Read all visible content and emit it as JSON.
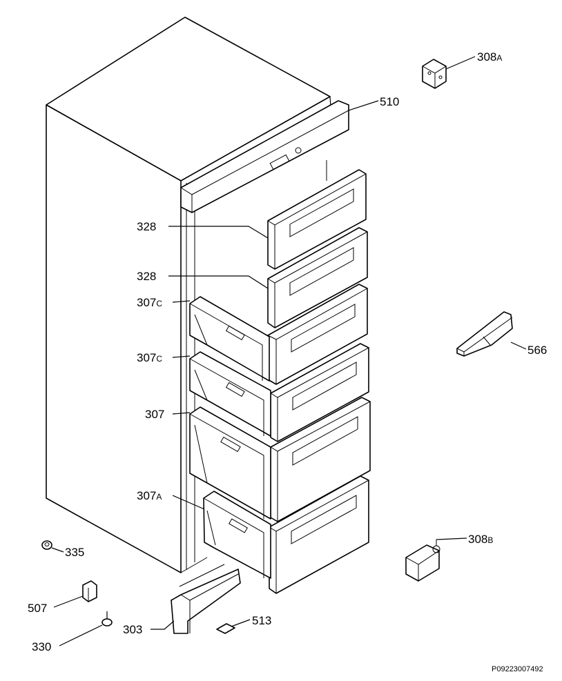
{
  "callouts": {
    "c308a": {
      "num": "308",
      "suffix": "A"
    },
    "c510": {
      "num": "510"
    },
    "c328_top": {
      "num": "328"
    },
    "c328_2": {
      "num": "328"
    },
    "c307c_1": {
      "num": "307",
      "suffix": "C"
    },
    "c307c_2": {
      "num": "307",
      "suffix": "C"
    },
    "c307": {
      "num": "307"
    },
    "c307a": {
      "num": "307",
      "suffix": "A"
    },
    "c566": {
      "num": "566"
    },
    "c308b": {
      "num": "308",
      "suffix": "B"
    },
    "c335": {
      "num": "335"
    },
    "c507": {
      "num": "507"
    },
    "c303": {
      "num": "303"
    },
    "c513": {
      "num": "513"
    },
    "c330": {
      "num": "330"
    }
  },
  "reference_code": "P09223007492"
}
